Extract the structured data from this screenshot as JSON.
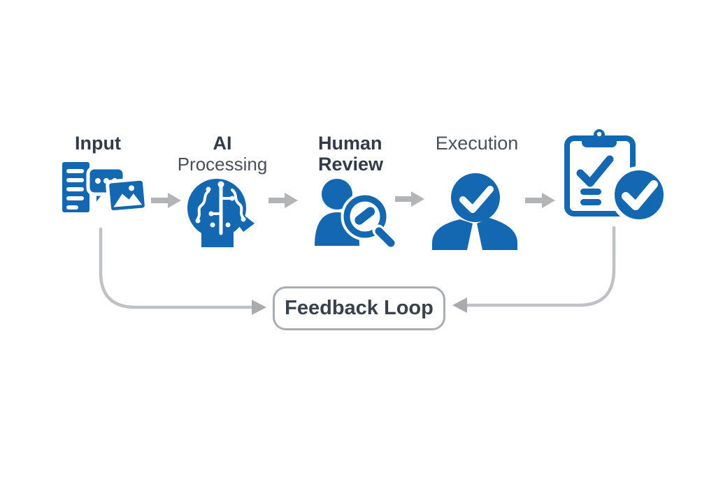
{
  "stages": {
    "input": {
      "label": "Input",
      "icon": "document-chat-image-icon"
    },
    "ai": {
      "line1": "AI",
      "line2": "Processing",
      "icon": "head-circuit-brain-icon"
    },
    "human": {
      "line1": "Human",
      "line2": "Review",
      "icon": "person-magnifier-icon"
    },
    "execution": {
      "label": "Execution",
      "icon": "person-checkmark-icon"
    },
    "completion": {
      "icon": "clipboard-checklist-check-icon"
    }
  },
  "feedback": {
    "label": "Feedback Loop"
  },
  "colors": {
    "icon_blue": "#1368b1",
    "arrow_gray": "#b3b4b6",
    "curve_gray": "#bfc1c4",
    "box_border_gray": "#a9adb3",
    "label_dark": "#343b46",
    "label_regular": "#49505a",
    "background": "#ffffff"
  }
}
